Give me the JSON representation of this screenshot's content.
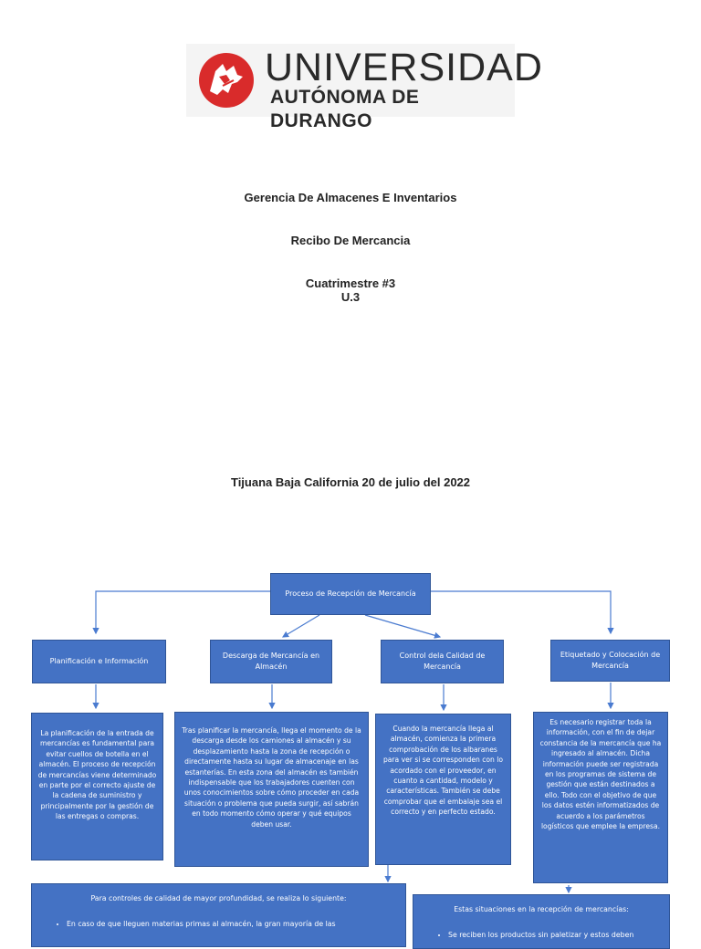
{
  "logo": {
    "line1": "UNIVERSIDAD",
    "line2": "AUTÓNOMA DE DURANGO",
    "brand_color": "#d92b2b"
  },
  "cover": {
    "subject": "Gerencia De Almacenes E Inventarios",
    "title": "Recibo De Mercancia",
    "term": "Cuatrimestre #3",
    "unit": "U.3",
    "place_date": "Tijuana Baja California 20 de julio del 2022"
  },
  "diagram": {
    "box_color": "#4472c4",
    "line_color": "#4a7bd0",
    "root": "Proceso de Recepción de Mercancía",
    "branches": [
      {
        "title": "Planificación e Información",
        "text": "La planificación de la entrada de mercancías es fundamental para evitar cuellos de botella en el almacén. El proceso de recepción de mercancías viene determinado en parte por el correcto ajuste de la cadena de suministro y principalmente por la gestión de las entregas o compras."
      },
      {
        "title": "Descarga de Mercancía en Almacén",
        "text": "Tras planificar la mercancía, llega el momento de la descarga desde los camiones al almacén y su desplazamiento hasta la zona de recepción o directamente hasta su lugar de almacenaje en las estanterías. En esta zona del almacén es también indispensable que los trabajadores cuenten con unos conocimientos sobre cómo proceder en cada situación o problema que pueda surgir, así sabrán en todo momento cómo operar y qué equipos deben usar."
      },
      {
        "title": "Control dela Calidad de Mercancía",
        "text": "Cuando la mercancía llega al almacén, comienza la primera comprobación de los albaranes para ver si se corresponden con lo acordado con el proveedor, en cuanto a cantidad, modelo y características. También se debe comprobar que el embalaje sea el correcto y en perfecto estado."
      },
      {
        "title": "Etiquetado y Colocación de Mercancía",
        "text": "Es necesario registrar toda la información, con el fin de dejar constancia de la mercancía que ha ingresado al almacén. Dicha información puede ser registrada en los programas de sistema de gestión que están destinados a ello. Todo con el objetivo de que los datos estén informatizados de acuerdo a los parámetros logísticos que emplee la empresa."
      }
    ],
    "quality_detail": {
      "title": "Para controles de calidad de mayor profundidad, se realiza lo siguiente:",
      "item": "En caso de que lleguen materias primas al almacén, la gran mayoría de las"
    },
    "situations": {
      "title": "Estas situaciones en la recepción de mercancías:",
      "item": "Se reciben los productos sin paletizar y estos deben"
    }
  }
}
